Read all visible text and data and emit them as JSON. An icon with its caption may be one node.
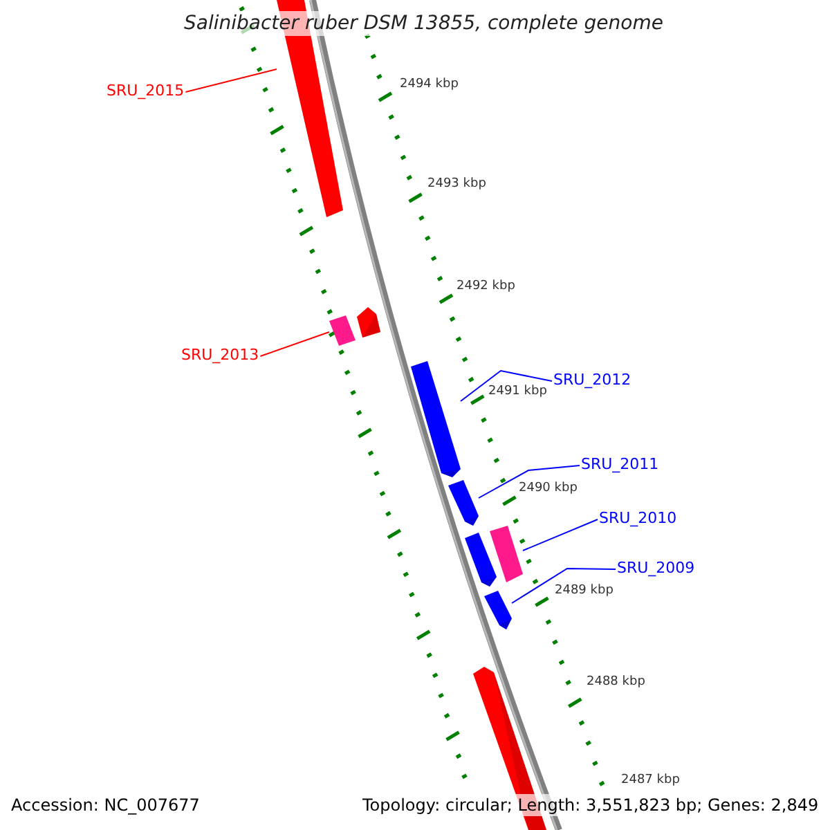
{
  "diagram": {
    "title": "Salinibacter ruber DSM 13855, complete genome",
    "nodes": [
      {
        "text": [
          "SRU_2015"
        ]
      },
      {
        "text": [
          "SRU_2013"
        ]
      },
      {
        "text": [
          "SRU_2012"
        ]
      },
      {
        "text": [
          "SRU_2011"
        ]
      },
      {
        "text": [
          "SRU_2010"
        ]
      },
      {
        "text": [
          "SRU_2009"
        ]
      },
      {
        "text": [],
        "shape": "bar"
      },
      {
        "text": [],
        "shape": "bar"
      },
      {
        "text": [],
        "shape": "bar"
      },
      {
        "text": [],
        "shape": "bar"
      },
      {
        "text": [],
        "shape": "bar"
      },
      {
        "text": [],
        "shape": "bar"
      },
      {
        "text": [],
        "shape": "bar"
      },
      {
        "text": [],
        "shape": "bar"
      },
      {
        "text": [],
        "shape": "bar"
      }
    ],
    "edges": [
      {
        "from": 0,
        "to": 6,
        "arrow": "none",
        "color": "#ff0000"
      },
      {
        "from": 1,
        "to": 7,
        "arrow": "none",
        "color": "#ff0000"
      },
      {
        "from": 2,
        "to": 9,
        "arrow": "none"
      },
      {
        "from": 3,
        "to": 10,
        "arrow": "none"
      },
      {
        "from": 4,
        "to": 12,
        "arrow": "none"
      },
      {
        "from": 5,
        "to": 13,
        "arrow": "none"
      }
    ],
    "labels": [
      "2494 kbp",
      "2493 kbp",
      "2492 kbp",
      "2491 kbp",
      "2490 kbp",
      "2489 kbp",
      "2488 kbp",
      "2487 kbp",
      "Accession: NC_007677",
      "Topology: circular; Length: 3,551,823 bp; Genes: 2,849"
    ]
  }
}
